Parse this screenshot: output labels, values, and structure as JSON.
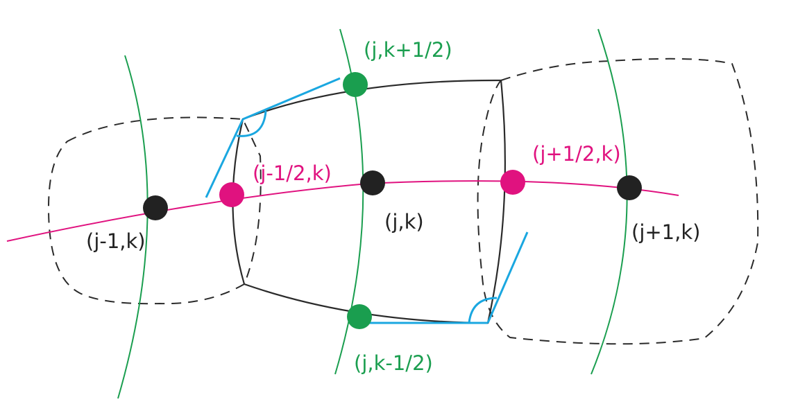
{
  "labels": {
    "j_k": "(j,k)",
    "jm1_k": "(j-1,k)",
    "jp1_k": "(j+1,k)",
    "jmhalf_k": "(j-1/2,k)",
    "jphalf_k": "(j+1/2,k)",
    "j_kphalf": "(j,k+1/2)",
    "j_kmhalf": "(j,k-1/2)"
  },
  "colors": {
    "cell_center": "#222222",
    "k_face": "#1a9e4f",
    "j_face": "#e0127f",
    "angle_marker": "#1aa7e0",
    "cell_edge": "#2a2a2a"
  }
}
